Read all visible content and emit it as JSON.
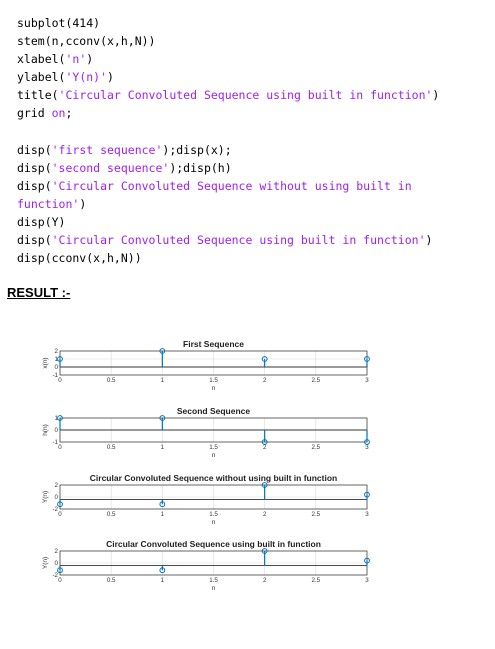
{
  "code_lines": [
    [
      {
        "t": "subplot(414)",
        "k": false
      }
    ],
    [
      {
        "t": "stem(n,cconv(x,h,N))",
        "k": false
      }
    ],
    [
      {
        "t": "xlabel(",
        "k": false
      },
      {
        "t": "'n'",
        "k": true
      },
      {
        "t": ")",
        "k": false
      }
    ],
    [
      {
        "t": "ylabel(",
        "k": false
      },
      {
        "t": "'Y(n)'",
        "k": true
      },
      {
        "t": ")",
        "k": false
      }
    ],
    [
      {
        "t": "title(",
        "k": false
      },
      {
        "t": "'Circular Convoluted Sequence using built in function'",
        "k": true
      },
      {
        "t": ")",
        "k": false
      }
    ],
    [
      {
        "t": "grid ",
        "k": false
      },
      {
        "t": "on",
        "k": true
      },
      {
        "t": ";",
        "k": false
      }
    ],
    [],
    [
      {
        "t": "disp(",
        "k": false
      },
      {
        "t": "'first sequence'",
        "k": true
      },
      {
        "t": ");disp(x);",
        "k": false
      }
    ],
    [
      {
        "t": "disp(",
        "k": false
      },
      {
        "t": "'second sequence'",
        "k": true
      },
      {
        "t": ");disp(h)",
        "k": false
      }
    ],
    [
      {
        "t": "disp(",
        "k": false
      },
      {
        "t": "'Circular Convoluted Sequence without using built in",
        "k": true
      }
    ],
    [
      {
        "t": "function'",
        "k": true
      },
      {
        "t": ")",
        "k": false
      }
    ],
    [
      {
        "t": "disp(Y)",
        "k": false
      }
    ],
    [
      {
        "t": "disp(",
        "k": false
      },
      {
        "t": "'Circular Convoluted Sequence using built in function'",
        "k": true
      },
      {
        "t": ")",
        "k": false
      }
    ],
    [
      {
        "t": "disp(cconv(x,h,N))",
        "k": false
      }
    ]
  ],
  "result_heading": "RESULT :-",
  "colors": {
    "keyword": "#a020f0",
    "stem": "#0072bd",
    "grid": "#d9d9d9"
  },
  "chart_data": [
    {
      "type": "stem",
      "title": "First Sequence",
      "xlabel": "n",
      "ylabel": "x(n)",
      "x": [
        0,
        1,
        2,
        3
      ],
      "values": [
        1,
        2,
        1,
        1
      ],
      "xlim": [
        0,
        3
      ],
      "ylim": [
        -1,
        2
      ],
      "xticks": [
        "0",
        "0.5",
        "1",
        "1.5",
        "2",
        "2.5",
        "3"
      ],
      "yticks": [
        "2",
        "1",
        "0",
        "-1"
      ],
      "grid": true
    },
    {
      "type": "stem",
      "title": "Second Sequence",
      "xlabel": "n",
      "ylabel": "h(n)",
      "x": [
        0,
        1,
        2,
        3
      ],
      "values": [
        1,
        1,
        -1,
        -1
      ],
      "xlim": [
        0,
        3
      ],
      "ylim": [
        -1,
        1
      ],
      "xticks": [
        "0",
        "0.5",
        "1",
        "1.5",
        "2",
        "2.5",
        "3"
      ],
      "yticks": [
        "1",
        "0",
        "-1"
      ],
      "grid": true
    },
    {
      "type": "stem",
      "title": "Circular Convoluted Sequence without using built in function",
      "xlabel": "n",
      "ylabel": "Y(n)",
      "x": [
        0,
        1,
        2,
        3
      ],
      "values": [
        -1,
        -1,
        3,
        1
      ],
      "xlim": [
        0,
        3
      ],
      "ylim": [
        -2,
        3
      ],
      "xticks": [
        "0",
        "0.5",
        "1",
        "1.5",
        "2",
        "2.5",
        "3"
      ],
      "yticks": [
        "2",
        "0",
        "-2"
      ],
      "grid": true
    },
    {
      "type": "stem",
      "title": "Circular Convoluted Sequence using built in function",
      "xlabel": "n",
      "ylabel": "Y(n)",
      "x": [
        0,
        1,
        2,
        3
      ],
      "values": [
        -1,
        -1,
        3,
        1
      ],
      "xlim": [
        0,
        3
      ],
      "ylim": [
        -2,
        3
      ],
      "xticks": [
        "0",
        "0.5",
        "1",
        "1.5",
        "2",
        "2.5",
        "3"
      ],
      "yticks": [
        "2",
        "0",
        "-2"
      ],
      "grid": true
    }
  ]
}
